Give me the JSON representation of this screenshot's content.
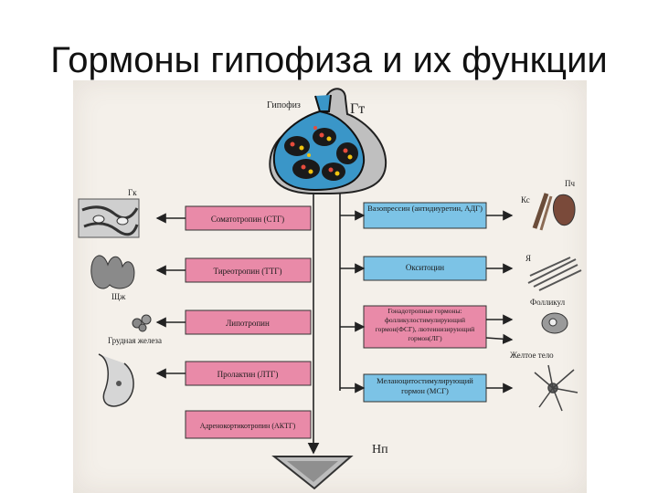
{
  "title": "Гормоны гипофиза и их функции",
  "labels": {
    "pituitary": "Гипофиз",
    "gt": "Гт",
    "gk": "Гк",
    "shch": "Щж",
    "breast": "Грудная железа",
    "pch": "Пч",
    "kc": "Кс",
    "ya": "Я",
    "follicle": "Фолликул",
    "corpus_luteum": "Желтое тело",
    "np": "Нп"
  },
  "left_hormones": [
    "Соматотропин (СТГ)",
    "Тиреотропин (ТТГ)",
    "Липотропин",
    "Пролактин (ЛТГ)",
    "Адренокортикотропин (АКТГ)"
  ],
  "right_hormones": [
    "Вазопрессин (антидиуретин, АДГ)",
    "Окситоцин",
    "Гонадотропные гормоны: фолликулостимулирующий гормон(ФСГ), лютеинизирующий гормон(ЛГ)",
    "Меланоцитостимулирующий гормон (МСГ)"
  ],
  "colors": {
    "pink_box": "#e98aa8",
    "blue_box": "#7cc3e6",
    "gland_blue": "#3a96c8",
    "gland_outline": "#1a1a1a"
  }
}
